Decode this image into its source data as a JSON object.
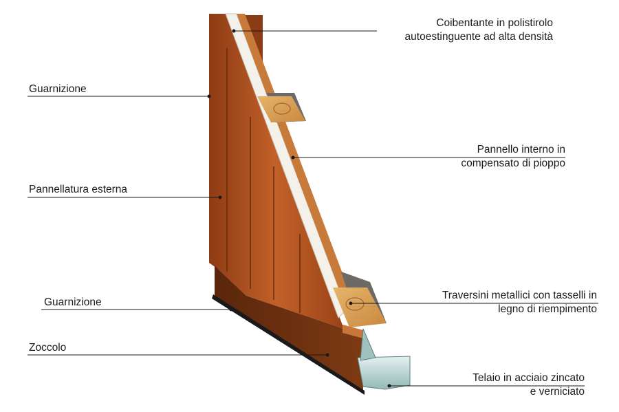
{
  "labels": {
    "coibentante": [
      "Coibentante in polistirolo",
      "autoestinguente ad alta densità"
    ],
    "guarnizione_top": "Guarnizione",
    "pannello_interno": [
      "Pannello interno in",
      "compensato di pioppo"
    ],
    "pannellatura_esterna": "Pannellatura esterna",
    "traversini": [
      "Traversini metallici con tasselli in",
      "legno di riempimento"
    ],
    "guarnizione_bottom": "Guarnizione",
    "zoccolo": "Zoccolo",
    "telaio": [
      "Telaio in acciaio zincato",
      "e verniciato"
    ]
  },
  "colors": {
    "wood_front": "#b5521f",
    "wood_dark": "#7a3a16",
    "insulation": "#f4f1ea",
    "timber_block": "#d9a05a",
    "base": "#6b3010",
    "frame_steel": "#b9d6d4"
  }
}
